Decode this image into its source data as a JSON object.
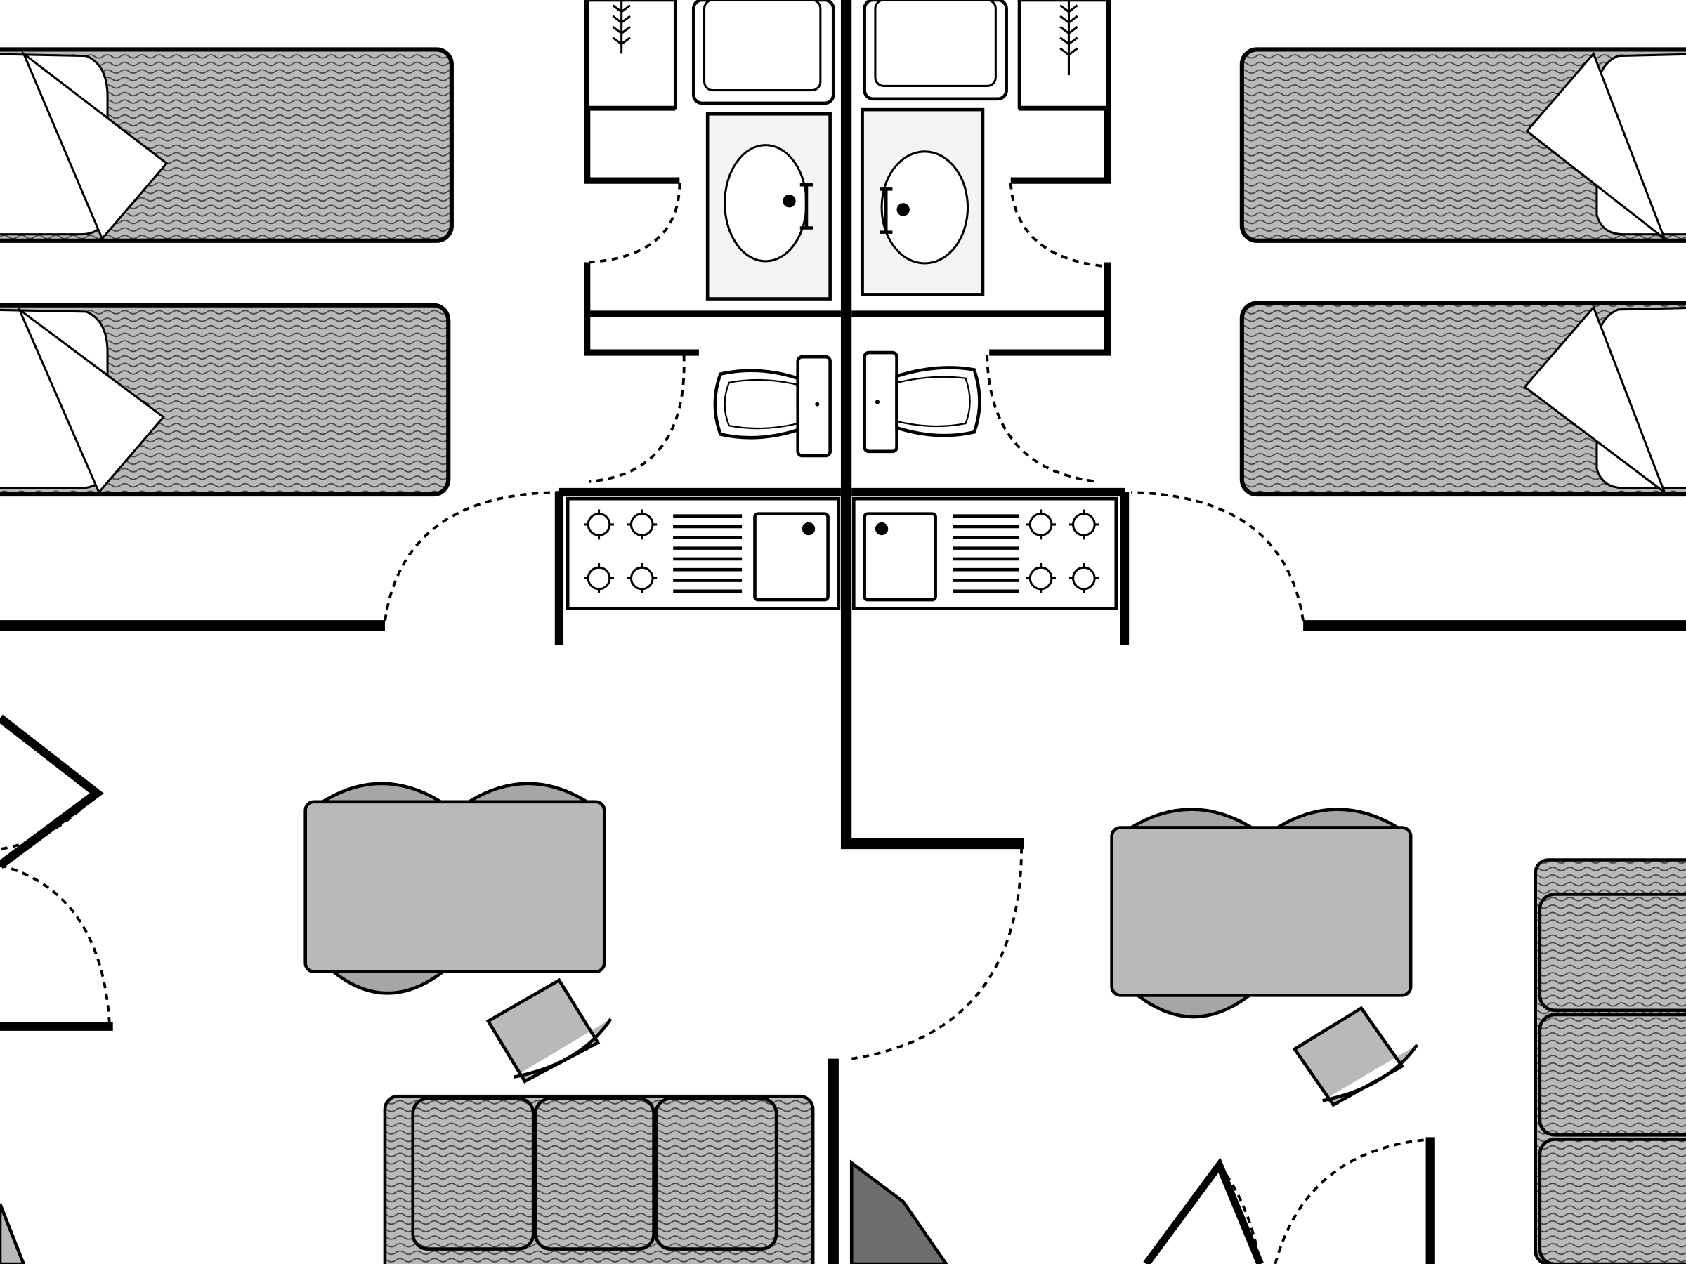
{
  "diagram": {
    "type": "floor-plan",
    "layout": "mirrored-twin-apartments",
    "labels": [],
    "colors": {
      "background": "#ffffff",
      "wall": "#000000",
      "fill": "#b9b9b9",
      "fill_dark": "#a6a6a6",
      "fixture": "#f4f4f4",
      "wave": "#444444",
      "door_arc": "#000000"
    },
    "rooms": [
      "bedroom",
      "bedroom",
      "bathroom",
      "bathroom",
      "kitchen",
      "kitchen",
      "living-dining",
      "living-dining"
    ],
    "furniture": {
      "single_beds": 4,
      "bathtubs": 2,
      "washbasins": 2,
      "toilets": 2,
      "hob_units": 2,
      "sink_units": 2,
      "dining_tables": 2,
      "dining_chairs": 8,
      "armchairs": 2,
      "sofas": 2
    }
  }
}
